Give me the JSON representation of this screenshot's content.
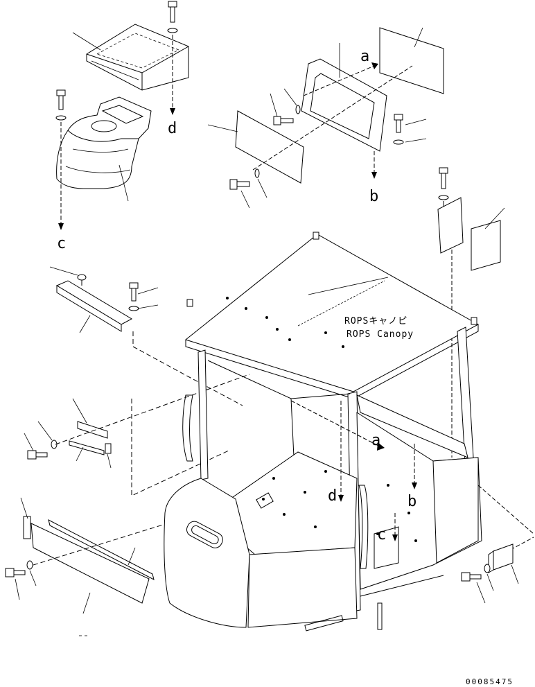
{
  "diagram": {
    "canopy_title_jp": "ROPSキャノピ",
    "canopy_title_en": "ROPS Canopy",
    "letters": {
      "a_top": "a",
      "b_top": "b",
      "c_top": "c",
      "d_top": "d",
      "a_cab": "a",
      "b_cab": "b",
      "c_cab": "c",
      "d_cab": "d"
    },
    "drawing_number": "00085475"
  }
}
